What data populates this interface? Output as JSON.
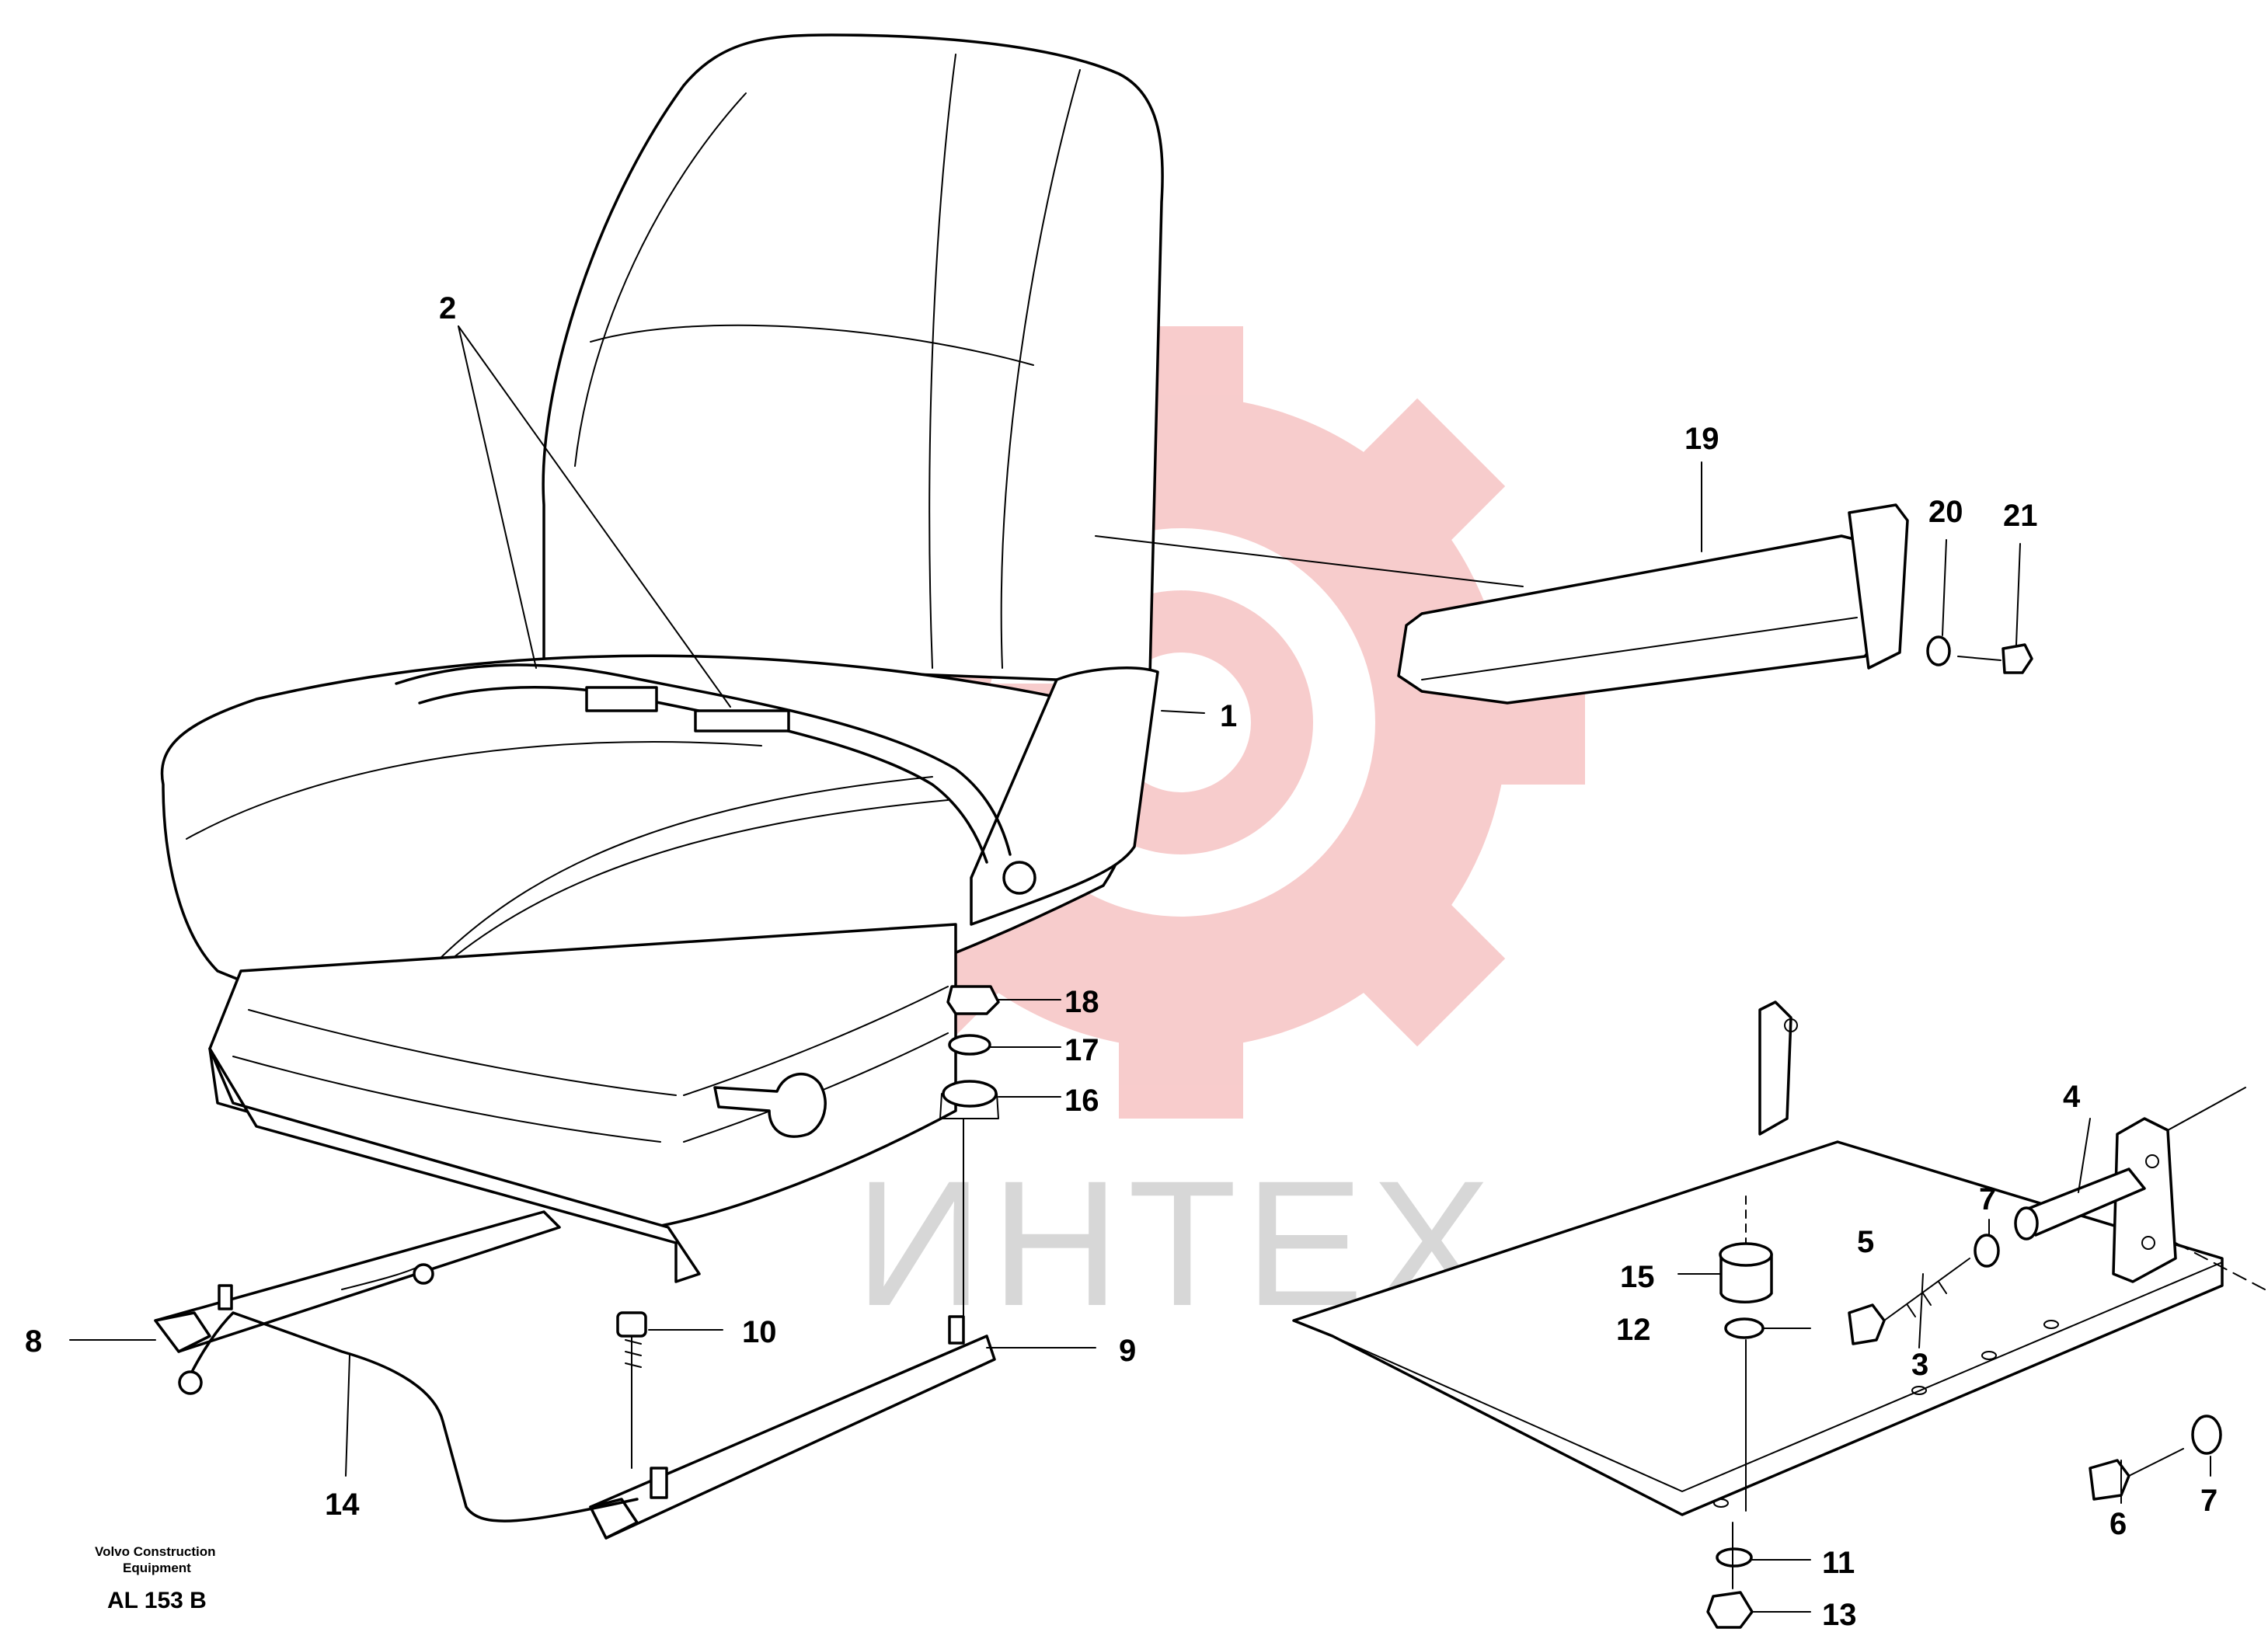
{
  "callouts": [
    "1",
    "2",
    "3",
    "4",
    "5",
    "6",
    "7",
    "8",
    "9",
    "10",
    "11",
    "12",
    "13",
    "14",
    "15",
    "16",
    "17",
    "18",
    "19",
    "20",
    "21"
  ],
  "callout_7_second": "7",
  "footer": {
    "brand_line1": "Volvo Construction",
    "brand_line2": "Equipment",
    "figure_code": "AL 153 B"
  },
  "watermark": {
    "text": "ИНТЕХ",
    "gear_color": "#f2a3a3",
    "text_color": "#bdbdbd"
  }
}
